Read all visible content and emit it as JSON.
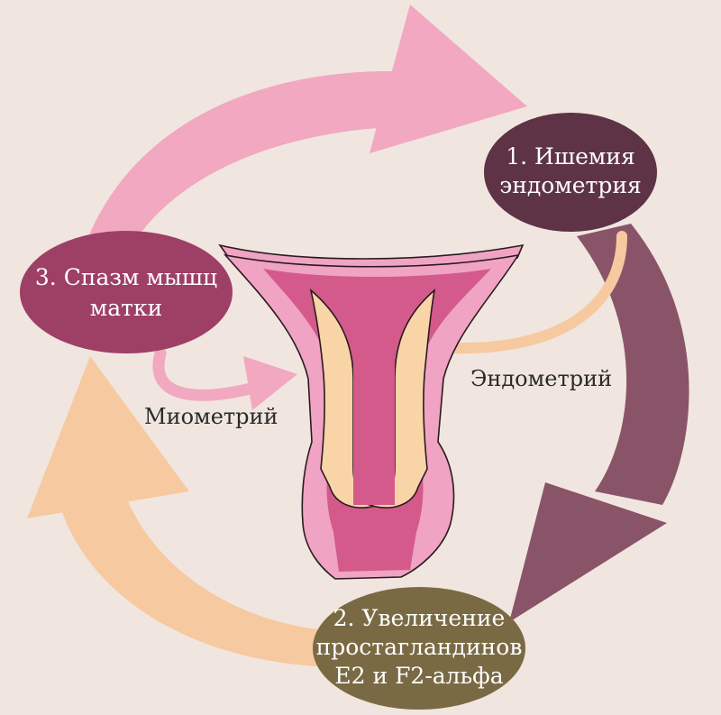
{
  "colors": {
    "background": "#f0e6df",
    "pink_arrow": "#f2a8c0",
    "mauve_arrow": "#8a5468",
    "peach_arrow": "#f7c9a0",
    "node_1": "#5e3346",
    "node_2": "#7a6a44",
    "node_3": "#9e3f66",
    "uterus_outer": "#f0a3c2",
    "uterus_wall": "#d35a8b",
    "endometrium": "#f8d4a7",
    "outline": "#2b1a20"
  },
  "nodes": {
    "ischemia": {
      "line1": "1. Ишемия",
      "line2": "эндометрия"
    },
    "prostaglandins": {
      "line1": "2. Увеличение",
      "line2": "простагландинов",
      "line3": "E2 и F2-альфа"
    },
    "spasm": {
      "line1": "3. Спазм мышц",
      "line2": "матки"
    }
  },
  "labels": {
    "myometrium": "Миометрий",
    "endometrium": "Эндометрий"
  }
}
